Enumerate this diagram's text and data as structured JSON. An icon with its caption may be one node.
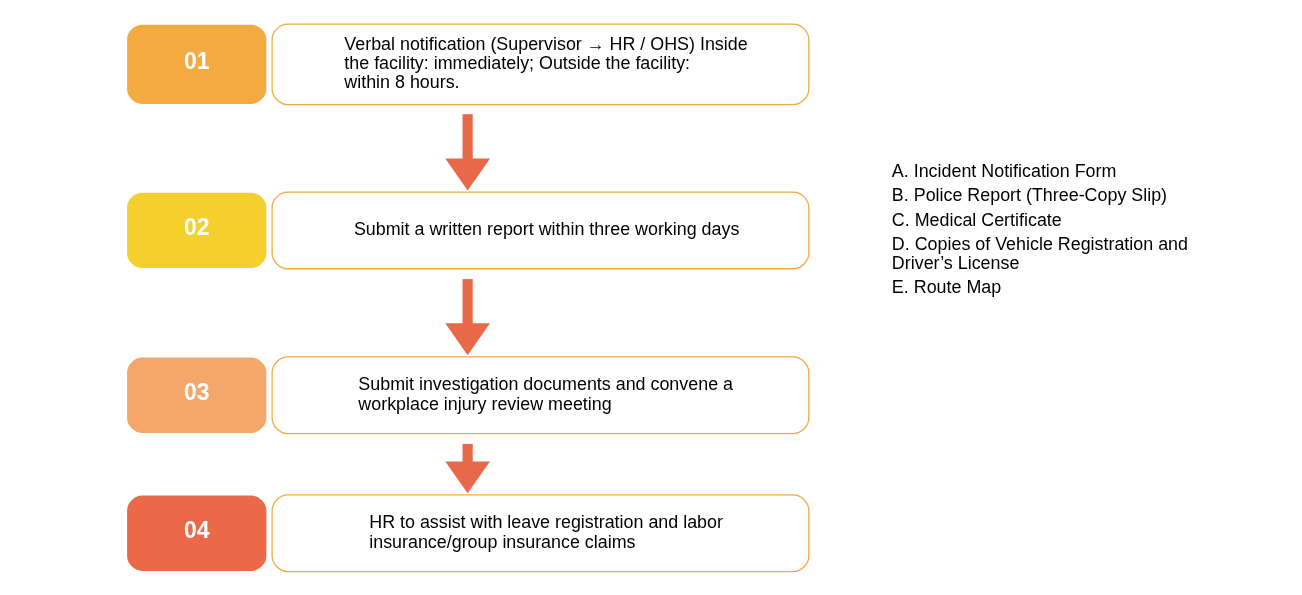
{
  "diagram": {
    "nodes": [
      {
        "text": [
          "01",
          "Verbal notification (Supervisor → HR / OHS) Inside the facility: immediately; Outside the facility: within 8 hours."
        ]
      },
      {
        "text": [
          "02",
          "Submit a written report within three working days"
        ]
      },
      {
        "text": [
          "03",
          "Submit investigation documents and convene a workplace injury review meeting"
        ]
      },
      {
        "text": [
          "04",
          "HR to assist with leave registration and labor insurance/group insurance claims"
        ]
      }
    ],
    "edges": [
      {
        "from": 0,
        "to": 1,
        "arrow": "to"
      },
      {
        "from": 1,
        "to": 2,
        "arrow": "to"
      },
      {
        "from": 2,
        "to": 3,
        "arrow": "to"
      }
    ],
    "labels": [
      "A. Incident Notification Form",
      "B. Police Report (Three-Copy Slip)",
      "C. Medical Certificate",
      "D. Copies of Vehicle Registration and Driver’s License",
      "E. Route Map"
    ]
  }
}
